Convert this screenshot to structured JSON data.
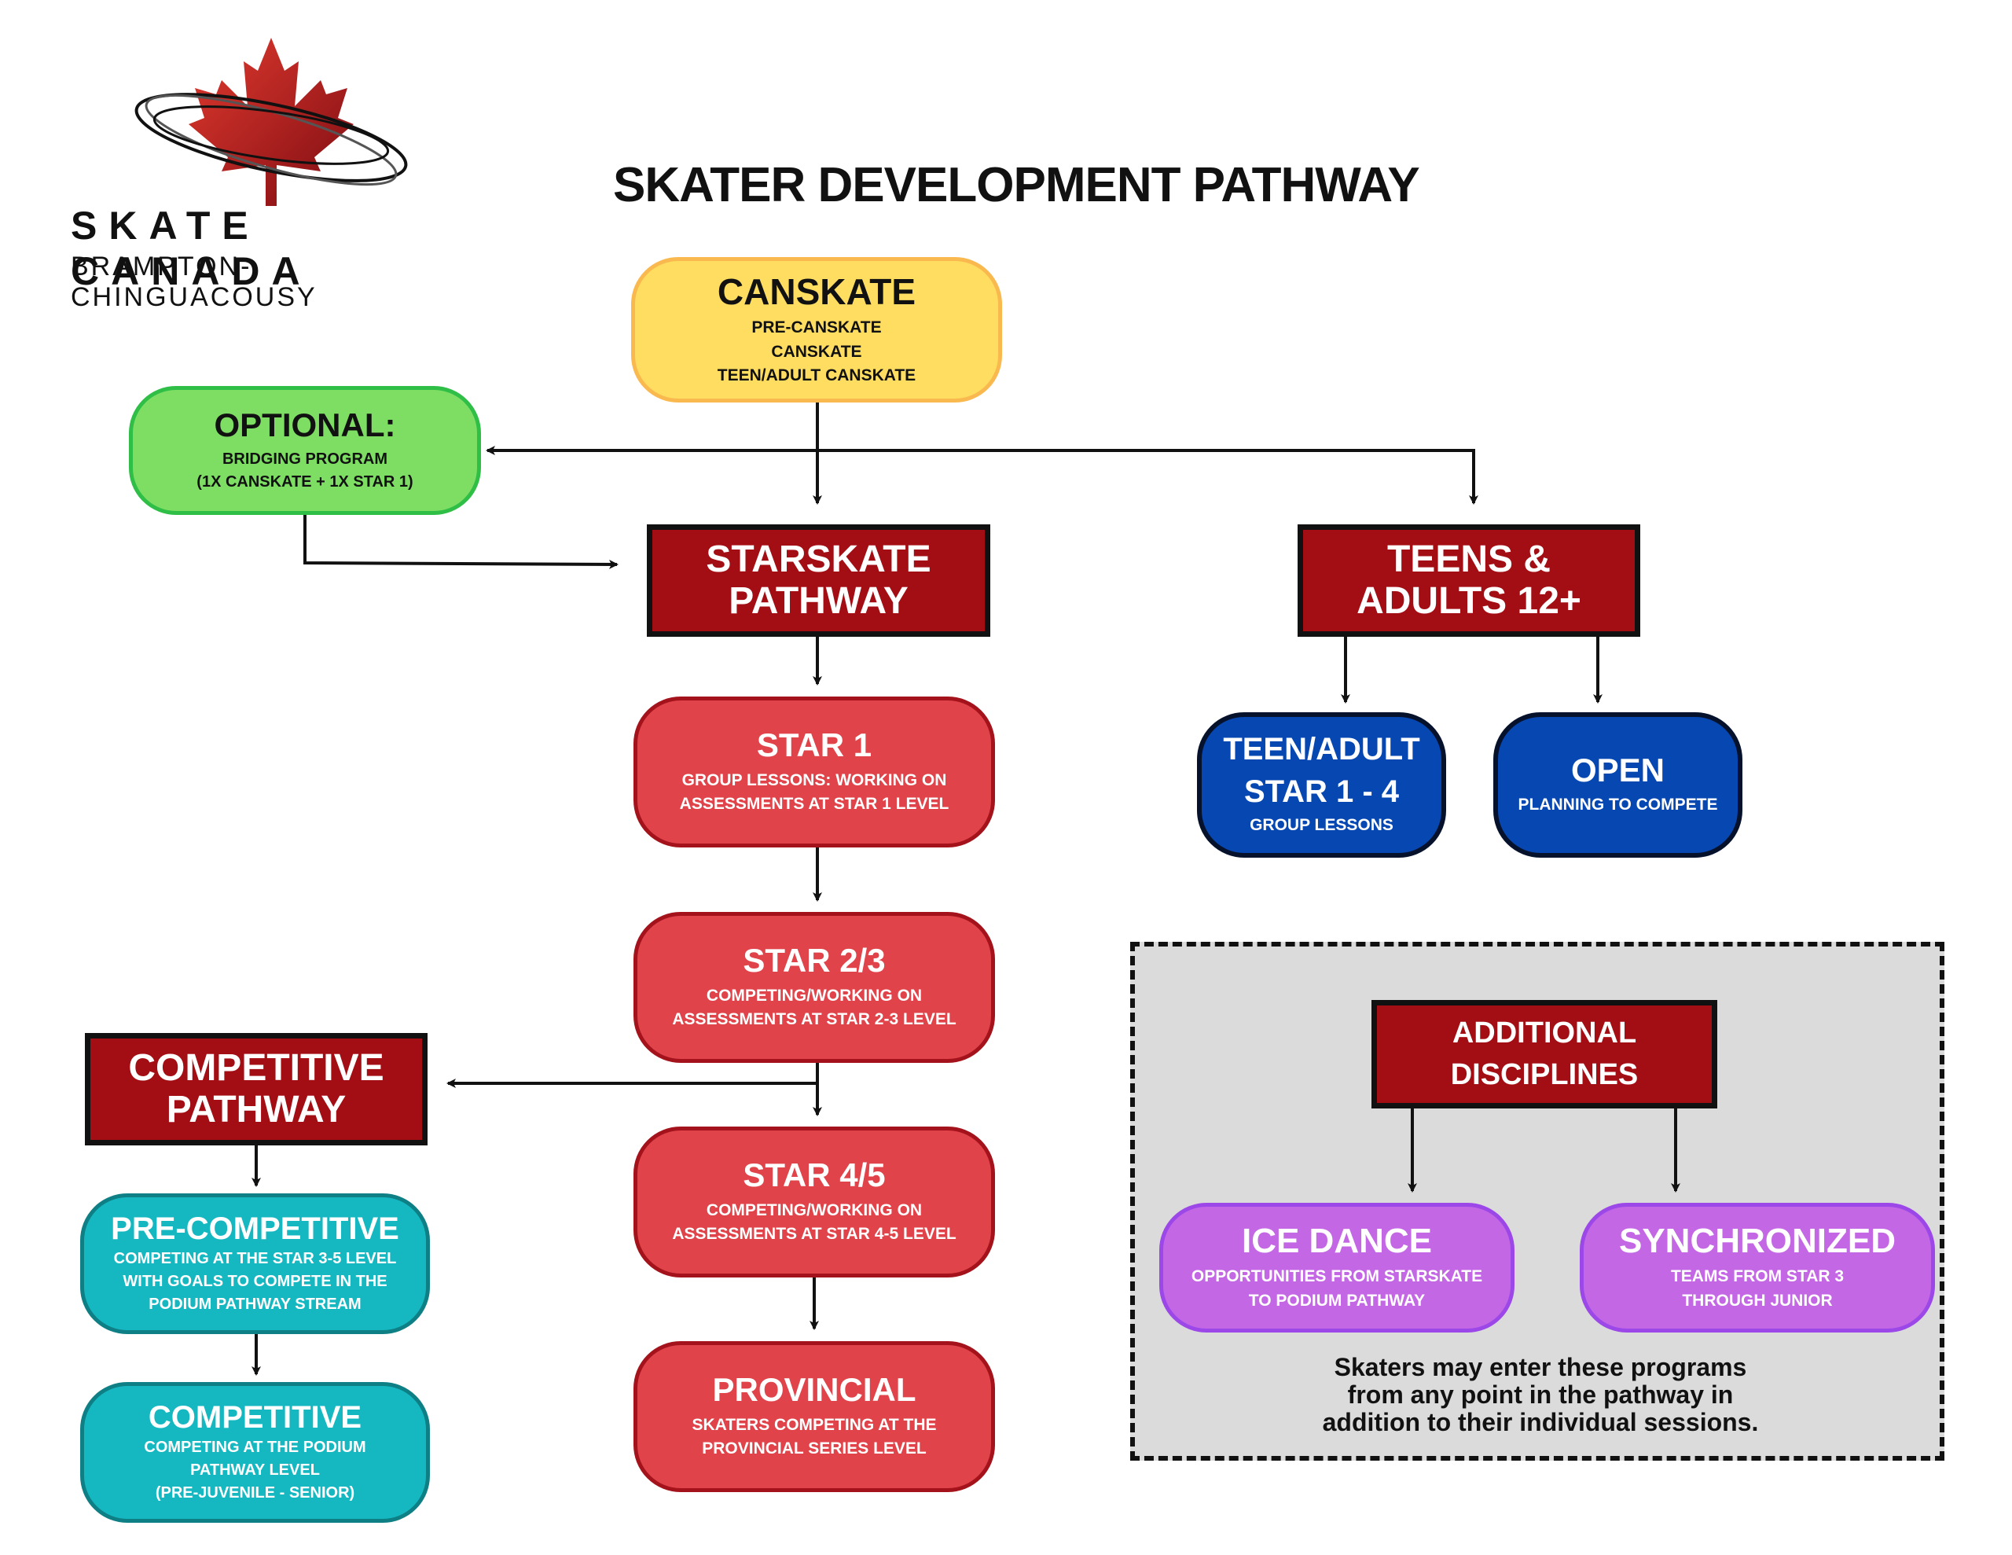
{
  "brand": {
    "name": "SKATE CANADA",
    "subtitle": "BRAMPTON-CHINGUACOUSY",
    "logo_icon": "maple-leaf-icon",
    "colors": {
      "leaf": "#b5121b",
      "swoosh": "#111111"
    }
  },
  "title": "SKATER DEVELOPMENT PATHWAY",
  "nodes": {
    "canskate": {
      "title": "CANSKATE",
      "lines": [
        "PRE-CANSKATE",
        "CANSKATE",
        "TEEN/ADULT CANSKATE"
      ]
    },
    "optional": {
      "title": "OPTIONAL:",
      "lines": [
        "BRIDGING PROGRAM",
        "(1X CANSKATE + 1X STAR 1)"
      ]
    },
    "starskate": {
      "lines": [
        "STARSKATE",
        "PATHWAY"
      ]
    },
    "teens_adults": {
      "lines": [
        "TEENS &",
        "ADULTS 12+"
      ]
    },
    "star1": {
      "title": "STAR 1",
      "lines": [
        "GROUP LESSONS: WORKING ON",
        "ASSESSMENTS AT STAR 1 LEVEL"
      ]
    },
    "star23": {
      "title": "STAR 2/3",
      "lines": [
        "COMPETING/WORKING ON",
        "ASSESSMENTS AT STAR 2-3 LEVEL"
      ]
    },
    "star45": {
      "title": "STAR 4/5",
      "lines": [
        "COMPETING/WORKING ON",
        "ASSESSMENTS AT STAR 4-5  LEVEL"
      ]
    },
    "provincial": {
      "title": "PROVINCIAL",
      "lines": [
        "SKATERS COMPETING AT THE",
        "PROVINCIAL SERIES LEVEL"
      ]
    },
    "teen_adult_star": {
      "title": "TEEN/ADULT",
      "title2": "STAR 1 - 4",
      "lines": [
        "GROUP LESSONS"
      ]
    },
    "open": {
      "title": "OPEN",
      "lines": [
        "PLANNING TO COMPETE"
      ]
    },
    "competitive_pathway": {
      "lines": [
        "COMPETITIVE",
        "PATHWAY"
      ]
    },
    "pre_competitive": {
      "title": "PRE-COMPETITIVE",
      "lines": [
        "COMPETING AT THE STAR 3-5 LEVEL",
        "WITH GOALS TO  COMPETE IN THE",
        "PODIUM PATHWAY STREAM"
      ]
    },
    "competitive": {
      "title": "COMPETITIVE",
      "lines": [
        "COMPETING AT THE PODIUM",
        "PATHWAY LEVEL",
        "(PRE-JUVENILE - SENIOR)"
      ]
    },
    "additional": {
      "lines": [
        "ADDITIONAL",
        "DISCIPLINES"
      ]
    },
    "ice_dance": {
      "title": "ICE DANCE",
      "lines": [
        "OPPORTUNITIES FROM STARSKATE",
        "TO PODIUM PATHWAY"
      ]
    },
    "synchronized": {
      "title": "SYNCHRONIZED",
      "lines": [
        "TEAMS FROM STAR 3",
        "THROUGH JUNIOR"
      ]
    }
  },
  "additional_note": [
    "Skaters may enter these programs",
    "from any point in the pathway in",
    "addition to their individual sessions."
  ],
  "colors": {
    "canskate": "#fedd60",
    "optional": "#7ede64",
    "star": "#e04349",
    "header": "#a30d14",
    "teen": "#0747b2",
    "competitive": "#15b8c1",
    "discipline": "#c367e5",
    "panel": "#dbdbdb"
  },
  "edges": [
    [
      "canskate",
      "starskate"
    ],
    [
      "canskate",
      "optional"
    ],
    [
      "canskate",
      "teens_adults"
    ],
    [
      "optional",
      "starskate"
    ],
    [
      "starskate",
      "star1"
    ],
    [
      "star1",
      "star23"
    ],
    [
      "star23",
      "star45"
    ],
    [
      "star23",
      "competitive_pathway"
    ],
    [
      "star45",
      "provincial"
    ],
    [
      "teens_adults",
      "teen_adult_star"
    ],
    [
      "teens_adults",
      "open"
    ],
    [
      "competitive_pathway",
      "pre_competitive"
    ],
    [
      "pre_competitive",
      "competitive"
    ],
    [
      "additional",
      "ice_dance"
    ],
    [
      "additional",
      "synchronized"
    ]
  ]
}
